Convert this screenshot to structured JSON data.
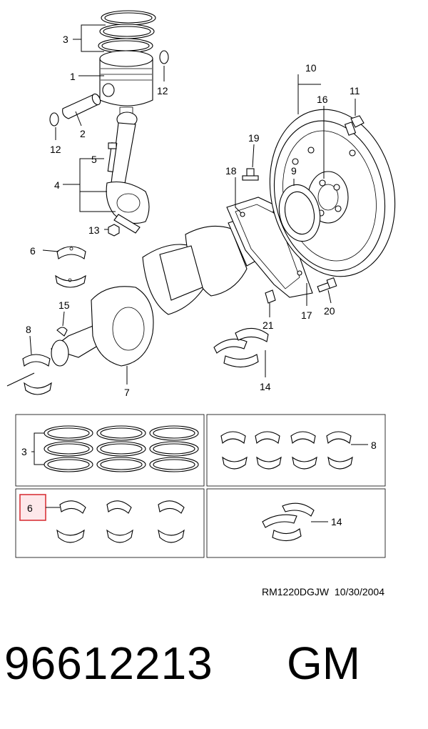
{
  "diagram": {
    "callouts": {
      "c1": "1",
      "c2": "2",
      "c3": "3",
      "c4": "4",
      "c5": "5",
      "c6": "6",
      "c7": "7",
      "c8": "8",
      "c9": "9",
      "c10": "10",
      "c11": "11",
      "c12a": "12",
      "c12b": "12",
      "c13": "13",
      "c14": "14",
      "c15": "15",
      "c16": "16",
      "c17": "17",
      "c18": "18",
      "c19": "19",
      "c20": "20",
      "c21": "21"
    },
    "panels": {
      "rings_label": "3",
      "bearings_top_label": "8",
      "bearings_bottom_label": "6",
      "thrust_label": "14"
    },
    "highlight_color": "#d9343a"
  },
  "footer": {
    "ref_code": "RM1220DGJW  10/30/2004",
    "part_number": "96612213",
    "brand": "GM"
  }
}
